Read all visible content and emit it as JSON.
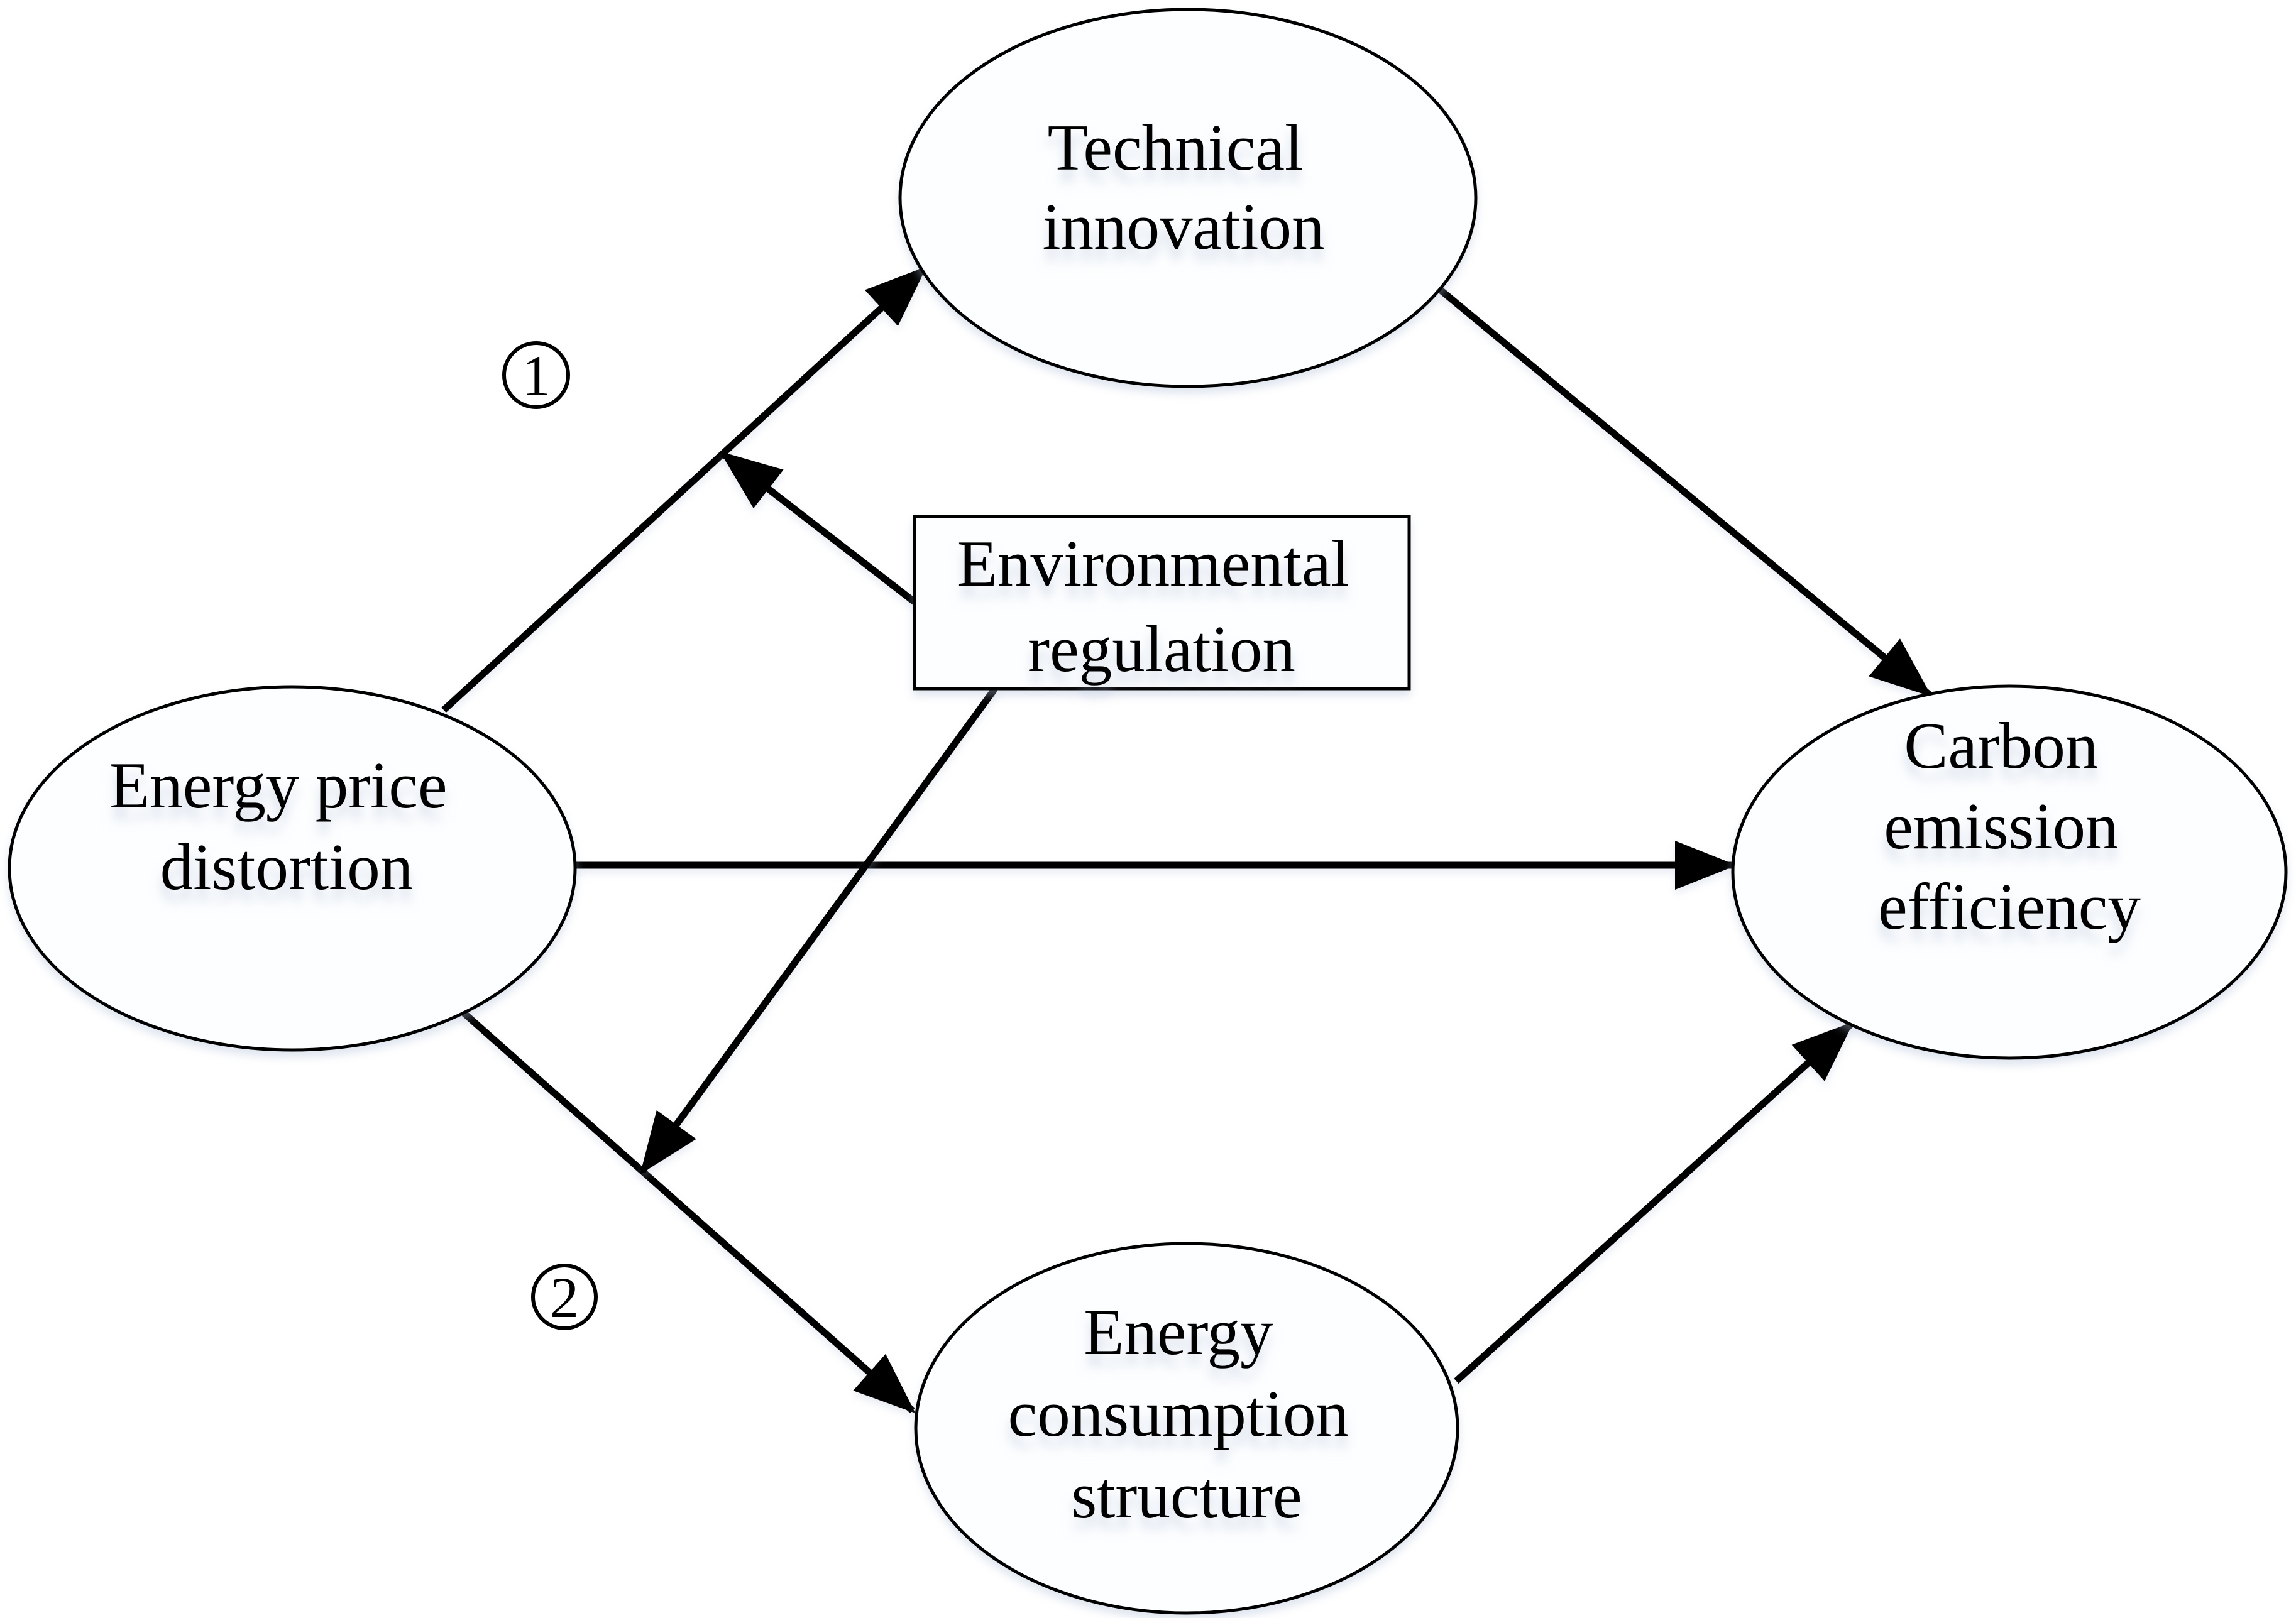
{
  "figure": {
    "background_color": "#ffffff",
    "ink_color": "#000000",
    "shadow_color": "#aebed6"
  },
  "nodes": {
    "technical_innovation": {
      "line1": "Technical",
      "line2": "innovation"
    },
    "energy_price_distortion": {
      "line1": "Energy price",
      "line2": "distortion"
    },
    "environmental_regulation": {
      "line1": "Environmental",
      "line2": "regulation"
    },
    "carbon_emission_efficiency": {
      "line1": "Carbon",
      "line2": "emission",
      "line3": "efficiency"
    },
    "energy_consumption_structure": {
      "line1": "Energy",
      "line2": "consumption",
      "line3": "structure"
    }
  },
  "path_labels": {
    "label1": "1",
    "label2": "2"
  },
  "edges": [
    {
      "from": "energy_price_distortion",
      "to": "technical_innovation",
      "marker": "1"
    },
    {
      "from": "energy_price_distortion",
      "to": "carbon_emission_efficiency",
      "marker": ""
    },
    {
      "from": "energy_price_distortion",
      "to": "energy_consumption_structure",
      "marker": "2"
    },
    {
      "from": "technical_innovation",
      "to": "carbon_emission_efficiency",
      "marker": ""
    },
    {
      "from": "energy_consumption_structure",
      "to": "carbon_emission_efficiency",
      "marker": ""
    },
    {
      "from": "environmental_regulation",
      "to": "path_energy_price_to_technical_innovation",
      "marker": ""
    },
    {
      "from": "environmental_regulation",
      "to": "path_energy_price_to_energy_consumption_structure",
      "marker": ""
    }
  ]
}
